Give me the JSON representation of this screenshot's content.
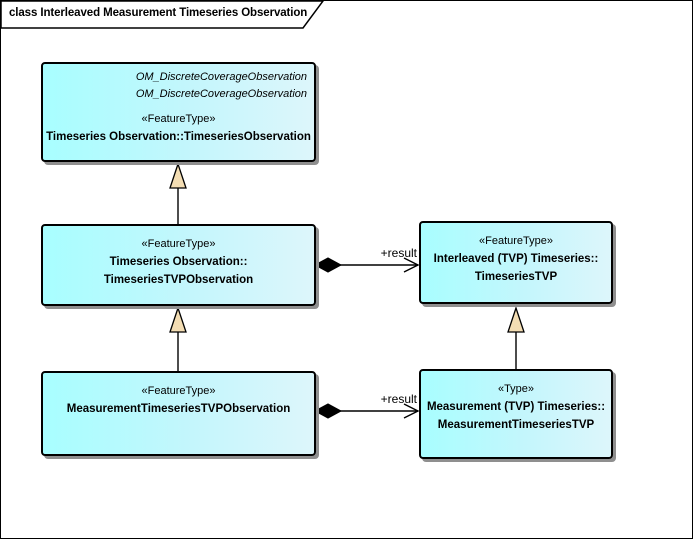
{
  "frame": {
    "title": "class Interleaved Measurement Timeseries Observation"
  },
  "colors": {
    "box_fill_left": "#A8FEFF",
    "box_fill_right": "#DDF6FB",
    "box_border": "#000000",
    "box_shadow": "#8F8F8F",
    "generalization_triangle_fill": "#F3DDB3",
    "line_color": "#000000",
    "background": "#FFFFFF"
  },
  "nodes": {
    "timeseries_observation": {
      "inherits": [
        "OM_DiscreteCoverageObservation",
        "OM_DiscreteCoverageObservation"
      ],
      "stereotype": "«FeatureType»",
      "name_lines": [
        "Timeseries Observation::TimeseriesObservation"
      ]
    },
    "timeseries_tvp_observation": {
      "stereotype": "«FeatureType»",
      "name_lines": [
        "Timeseries Observation::",
        "TimeseriesTVPObservation"
      ]
    },
    "timeseries_tvp": {
      "stereotype": "«FeatureType»",
      "name_lines": [
        "Interleaved (TVP) Timeseries::",
        "TimeseriesTVP"
      ]
    },
    "measurement_timeseries_tvp_observation": {
      "stereotype": "«FeatureType»",
      "name_lines": [
        "MeasurementTimeseriesTVPObservation"
      ]
    },
    "measurement_timeseries_tvp": {
      "stereotype": "«Type»",
      "name_lines": [
        "Measurement (TVP) Timeseries::",
        "MeasurementTimeseriesTVP"
      ]
    }
  },
  "connectors": {
    "top": {
      "label": "+result"
    },
    "bottom": {
      "label": "+result"
    }
  }
}
